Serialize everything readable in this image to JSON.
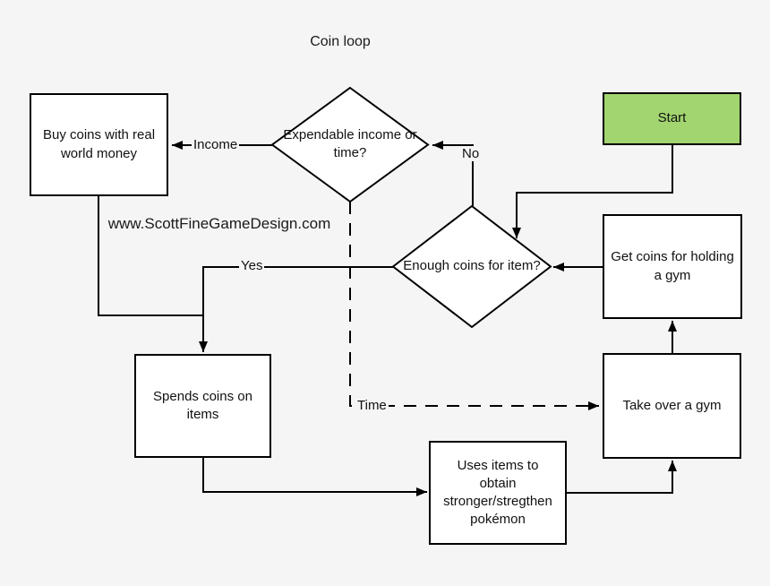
{
  "title": "Coin loop",
  "watermark": "www.ScottFineGameDesign.com",
  "nodes": {
    "start": {
      "label": "Start",
      "shape": "rect"
    },
    "buy_coins": {
      "label": "Buy coins with real world money",
      "shape": "rect"
    },
    "expendable_income": {
      "label": "Expendable income or time?",
      "shape": "diamond"
    },
    "enough_coins": {
      "label": "Enough coins for item?",
      "shape": "diamond"
    },
    "get_coins": {
      "label": "Get coins for holding a gym",
      "shape": "rect"
    },
    "take_over_gym": {
      "label": "Take over a gym",
      "shape": "rect"
    },
    "spends_coins": {
      "label": "Spends coins on items",
      "shape": "rect"
    },
    "uses_items": {
      "label": "Uses items to obtain stronger/stregthen pokémon",
      "shape": "rect"
    }
  },
  "edge_labels": {
    "income": "Income",
    "no": "No",
    "yes": "Yes",
    "time": "Time"
  },
  "colors": {
    "background": "#f5f5f5",
    "node_fill": "#ffffff",
    "node_border": "#000000",
    "start_fill": "#a2d56f",
    "connector": "#000000"
  }
}
